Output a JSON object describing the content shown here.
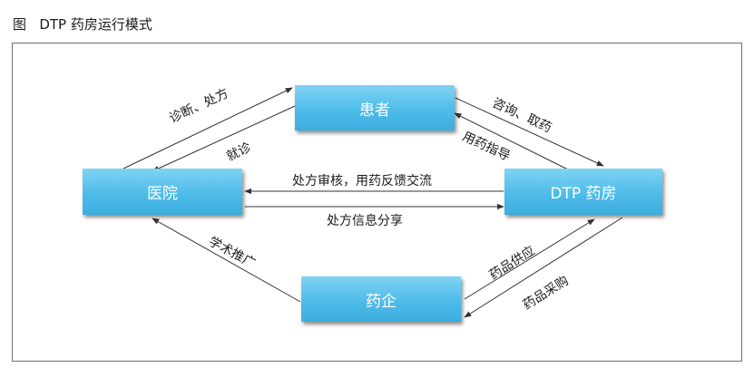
{
  "figure": {
    "caption_prefix": "图",
    "title": "DTP 药房运行模式"
  },
  "nodes": {
    "patient": "患者",
    "hospital": "医院",
    "pharmacy": "DTP 药房",
    "pharma_company": "药企"
  },
  "edges": {
    "hospital_to_patient": "诊断、处方",
    "patient_to_hospital": "就诊",
    "patient_to_pharmacy": "咨询、取药",
    "pharmacy_to_patient": "用药指导",
    "pharmacy_to_hospital": "处方审核，用药反馈交流",
    "hospital_to_pharmacy": "处方信息分享",
    "company_to_hospital": "学术推广",
    "company_to_pharmacy": "药品供应",
    "pharmacy_to_company": "药品采购"
  },
  "colors": {
    "node_fill": "#4fbcea",
    "node_text": "#ffffff",
    "arrow": "#333333",
    "frame": "#6f6f6f"
  }
}
